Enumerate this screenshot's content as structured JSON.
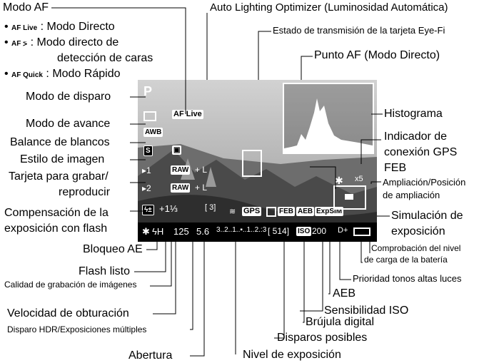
{
  "left": {
    "modo_af": "Modo AF",
    "bullets": [
      {
        "icon": "AF Live",
        "sep": ":",
        "text": "Modo Directo"
      },
      {
        "icon": "AF ⍩",
        "sep": ":",
        "text": "Modo directo de"
      },
      {
        "icon": "",
        "sep": "",
        "text": "detección de caras"
      },
      {
        "icon": "AF Quick",
        "sep": ":",
        "text": "Modo Rápido"
      }
    ],
    "modo_disparo": "Modo de disparo",
    "modo_avance": "Modo de avance",
    "balance": "Balance de blancos",
    "estilo": "Estilo de imagen",
    "tarjeta_1": "Tarjeta para grabar/",
    "tarjeta_2": "reproducir",
    "comp_1": "Compensación de la",
    "comp_2": "exposición con flash",
    "bloqueo": "Bloqueo AE",
    "flash": "Flash listo",
    "calidad": "Calidad de grabación de imágenes",
    "velocidad": "Velocidad de obturación",
    "hdr": "Disparo HDR/Exposiciones múltiples",
    "abertura": "Abertura"
  },
  "top": {
    "alo": "Auto Lighting Optimizer (Luminosidad Automática)",
    "eyefi": "Estado de transmisión de la tarjeta Eye-Fi",
    "punto_af": "Punto AF (Modo Directo)"
  },
  "right": {
    "histograma": "Histograma",
    "gps_1": "Indicador de",
    "gps_2": "conexión GPS",
    "feb": "FEB",
    "ampl_1": "Ampliación/Posición",
    "ampl_2": "de ampliación",
    "sim_1": "Simulación de",
    "sim_2": "exposición",
    "bat_1": "Comprobación del nivel",
    "bat_2": "de carga de la batería",
    "prioridad": "Prioridad tonos altas luces",
    "aeb": "AEB",
    "iso": "Sensibilidad ISO",
    "brujula": "Brújula digital",
    "disparos": "Disparos posibles",
    "nivel": "Nivel de exposición"
  },
  "viewfinder": {
    "mode": "P",
    "af": "AF Live",
    "wb": "AWB",
    "style": "S",
    "card1": "1",
    "card2": "2",
    "raw": "RAW",
    "plusL": "+ L",
    "flash_comp": "+1⅓",
    "bottom_ae": "✱",
    "bottom_flash": "ϟH",
    "shutter": "125",
    "aperture": "5.6",
    "scale": "3..2..1..▪..1..2.:3",
    "shots": "[ 514]",
    "iso_label": "ISO",
    "iso": "200",
    "hdr_icon": "[ 3]",
    "gps": "GPS",
    "feb": "FEB",
    "aeb": "AEB",
    "expsim": "ExpSIM",
    "d_plus": "D+",
    "zoom": "x5",
    "star": "✱"
  }
}
